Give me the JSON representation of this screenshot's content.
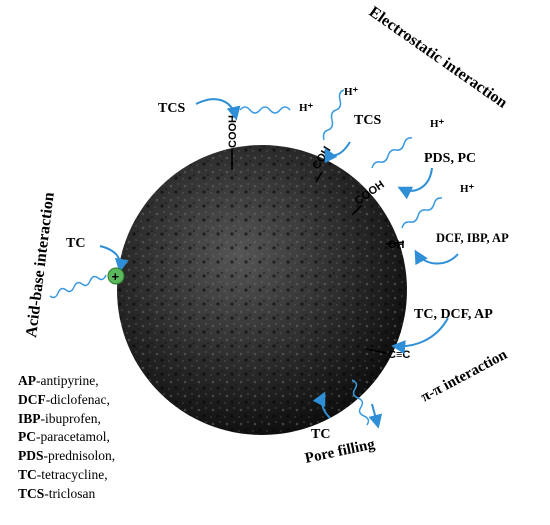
{
  "interactions": {
    "electrostatic": "Electrostatic interaction",
    "acid_base": "Acid-base interaction",
    "pi_pi": "π-π interaction",
    "pore_filling": "Pore filling"
  },
  "groups": {
    "cooh_top": "COOH",
    "coh": "COH",
    "cooh_right": "COOH",
    "oh": "OH",
    "alkyne": "C≡C",
    "proton": "H⁺",
    "plus": "+"
  },
  "pollutant_labels": {
    "tcs_top": "TCS",
    "tcs_right": "TCS",
    "pds_pc": "PDS, PC",
    "dcf_ibp_ap": "DCF, IBP, AP",
    "tc_dcf_ap": "TC, DCF, AP",
    "tc_left": "TC",
    "tc_bottom": "TC"
  },
  "legend": [
    {
      "abbr": "AP",
      "name": "-antipyrine,"
    },
    {
      "abbr": "DCF",
      "name": "-diclofenac,"
    },
    {
      "abbr": "IBP",
      "name": "-ibuprofen,"
    },
    {
      "abbr": "PC",
      "name": "-paracetamol,"
    },
    {
      "abbr": "PDS",
      "name": "-prednisolon,"
    },
    {
      "abbr": "TC",
      "name": "-tetracycline,"
    },
    {
      "abbr": "TCS",
      "name": "-triclosan"
    }
  ],
  "colors": {
    "arrow": "#2f8fd6",
    "wave": "#3a9ae0",
    "sphere_dark": "#141414",
    "sphere_mid": "#3b3b3b",
    "plus_badge": "#5cb85c"
  }
}
